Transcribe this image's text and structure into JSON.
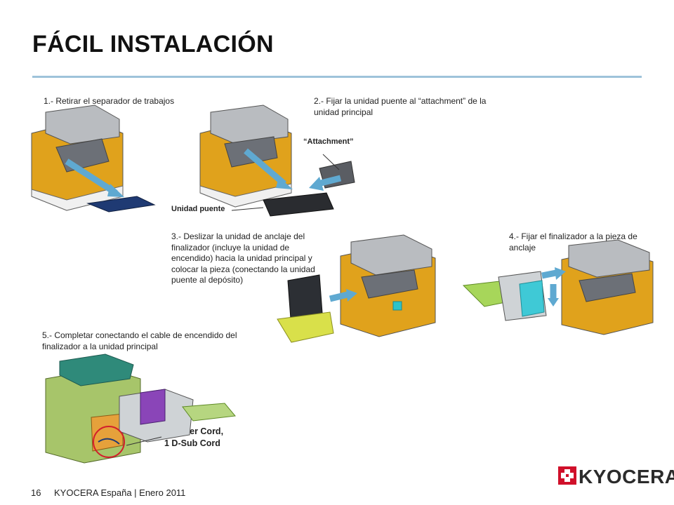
{
  "slide": {
    "title": "FÁCIL INSTALACIÓN",
    "accent_rule_color": "#9ec3da",
    "arrow_color": "#5fa9d1"
  },
  "steps": [
    {
      "text": "1.- Retirar  el separador de trabajos"
    },
    {
      "text": "2.- Fijar la unidad puente al “attachment” de la unidad principal"
    },
    {
      "text": "3.- Deslizar la unidad de anclaje del finalizador (incluye la unidad de encendido) hacia la unidad principal y colocar la pieza (conectando la unidad puente al depósito)"
    },
    {
      "text": "4.- Fijar el finalizador a la pieza de anclaje"
    },
    {
      "text": "5.- Completar conectando el cable de encendido del finalizador a la unidad principal"
    }
  ],
  "callouts": {
    "attachment": "“Attachment”",
    "unidad_puente": "Unidad puente",
    "cords_line1": "1 Power Cord,",
    "cords_line2": "1 D-Sub Cord"
  },
  "footer": {
    "page_number": "16",
    "text": "KYOCERA España | Enero 2011"
  },
  "logo": {
    "text": "KYOCERA",
    "color": "#d0102a"
  }
}
